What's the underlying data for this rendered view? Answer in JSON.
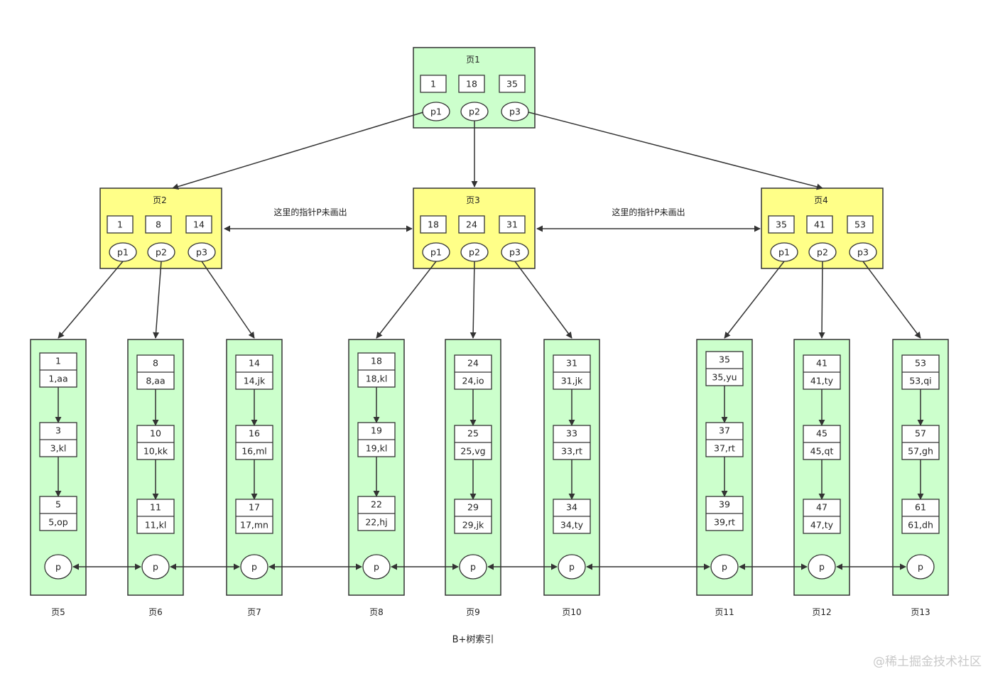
{
  "colors": {
    "root_fill": "#ccffcc",
    "internal_fill": "#ffff88",
    "leaf_fill": "#ccffcc",
    "stroke": "#333333",
    "white": "#ffffff"
  },
  "root": {
    "id": "root",
    "title": "页1",
    "keys": [
      "1",
      "18",
      "35"
    ],
    "pointers": [
      "p1",
      "p2",
      "p3"
    ]
  },
  "internals": [
    {
      "id": "n2",
      "title": "页2",
      "keys": [
        "1",
        "8",
        "14"
      ],
      "pointers": [
        "p1",
        "p2",
        "p3"
      ]
    },
    {
      "id": "n3",
      "title": "页3",
      "keys": [
        "18",
        "24",
        "31"
      ],
      "pointers": [
        "p1",
        "p2",
        "p3"
      ]
    },
    {
      "id": "n4",
      "title": "页4",
      "keys": [
        "35",
        "41",
        "53"
      ],
      "pointers": [
        "p1",
        "p2",
        "p3"
      ]
    }
  ],
  "sibling_notes": [
    "这里的指针P未画出",
    "这里的指针P未画出"
  ],
  "leaves": [
    {
      "id": "l5",
      "label": "页5",
      "records": [
        [
          "1",
          "1,aa"
        ],
        [
          "3",
          "3,kl"
        ],
        [
          "5",
          "5,op"
        ]
      ],
      "pointer": "p"
    },
    {
      "id": "l6",
      "label": "页6",
      "records": [
        [
          "8",
          "8,aa"
        ],
        [
          "10",
          "10,kk"
        ],
        [
          "11",
          "11,kl"
        ]
      ],
      "pointer": "p"
    },
    {
      "id": "l7",
      "label": "页7",
      "records": [
        [
          "14",
          "14,jk"
        ],
        [
          "16",
          "16,ml"
        ],
        [
          "17",
          "17,mn"
        ]
      ],
      "pointer": "p"
    },
    {
      "id": "l8",
      "label": "页8",
      "records": [
        [
          "18",
          "18,kl"
        ],
        [
          "19",
          "19,kl"
        ],
        [
          "22",
          "22,hj"
        ]
      ],
      "pointer": "p"
    },
    {
      "id": "l9",
      "label": "页9",
      "records": [
        [
          "24",
          "24,io"
        ],
        [
          "25",
          "25,vg"
        ],
        [
          "29",
          "29,jk"
        ]
      ],
      "pointer": "p"
    },
    {
      "id": "l10",
      "label": "页10",
      "records": [
        [
          "31",
          "31,jk"
        ],
        [
          "33",
          "33,rt"
        ],
        [
          "34",
          "34,ty"
        ]
      ],
      "pointer": "p"
    },
    {
      "id": "l11",
      "label": "页11",
      "records": [
        [
          "35",
          "35,yu"
        ],
        [
          "37",
          "37,rt"
        ],
        [
          "39",
          "39,rt"
        ]
      ],
      "pointer": "p"
    },
    {
      "id": "l12",
      "label": "页12",
      "records": [
        [
          "41",
          "41,ty"
        ],
        [
          "45",
          "45,qt"
        ],
        [
          "47",
          "47,ty"
        ]
      ],
      "pointer": "p"
    },
    {
      "id": "l13",
      "label": "页13",
      "records": [
        [
          "53",
          "53,qi"
        ],
        [
          "57",
          "57,gh"
        ],
        [
          "61",
          "61,dh"
        ]
      ],
      "pointer": "p"
    }
  ],
  "caption": "B+树索引",
  "watermark": "@稀土掘金技术社区"
}
